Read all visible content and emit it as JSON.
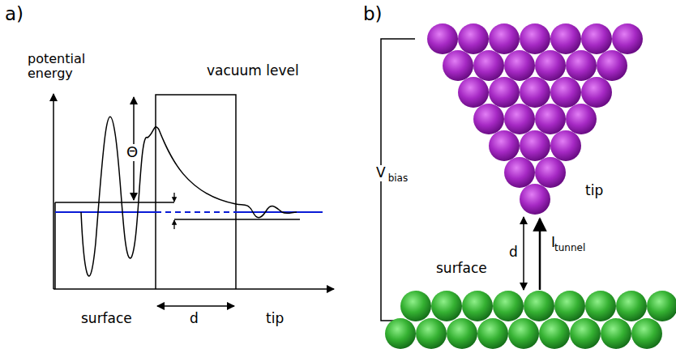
{
  "diagram": {
    "labels": [
      "a)",
      "potential energy",
      "vacuum level",
      "Θ",
      "surface",
      "d",
      "tip",
      "b)",
      "V",
      "bias",
      "tip",
      "d",
      "I",
      "tunnel",
      "surface"
    ]
  }
}
